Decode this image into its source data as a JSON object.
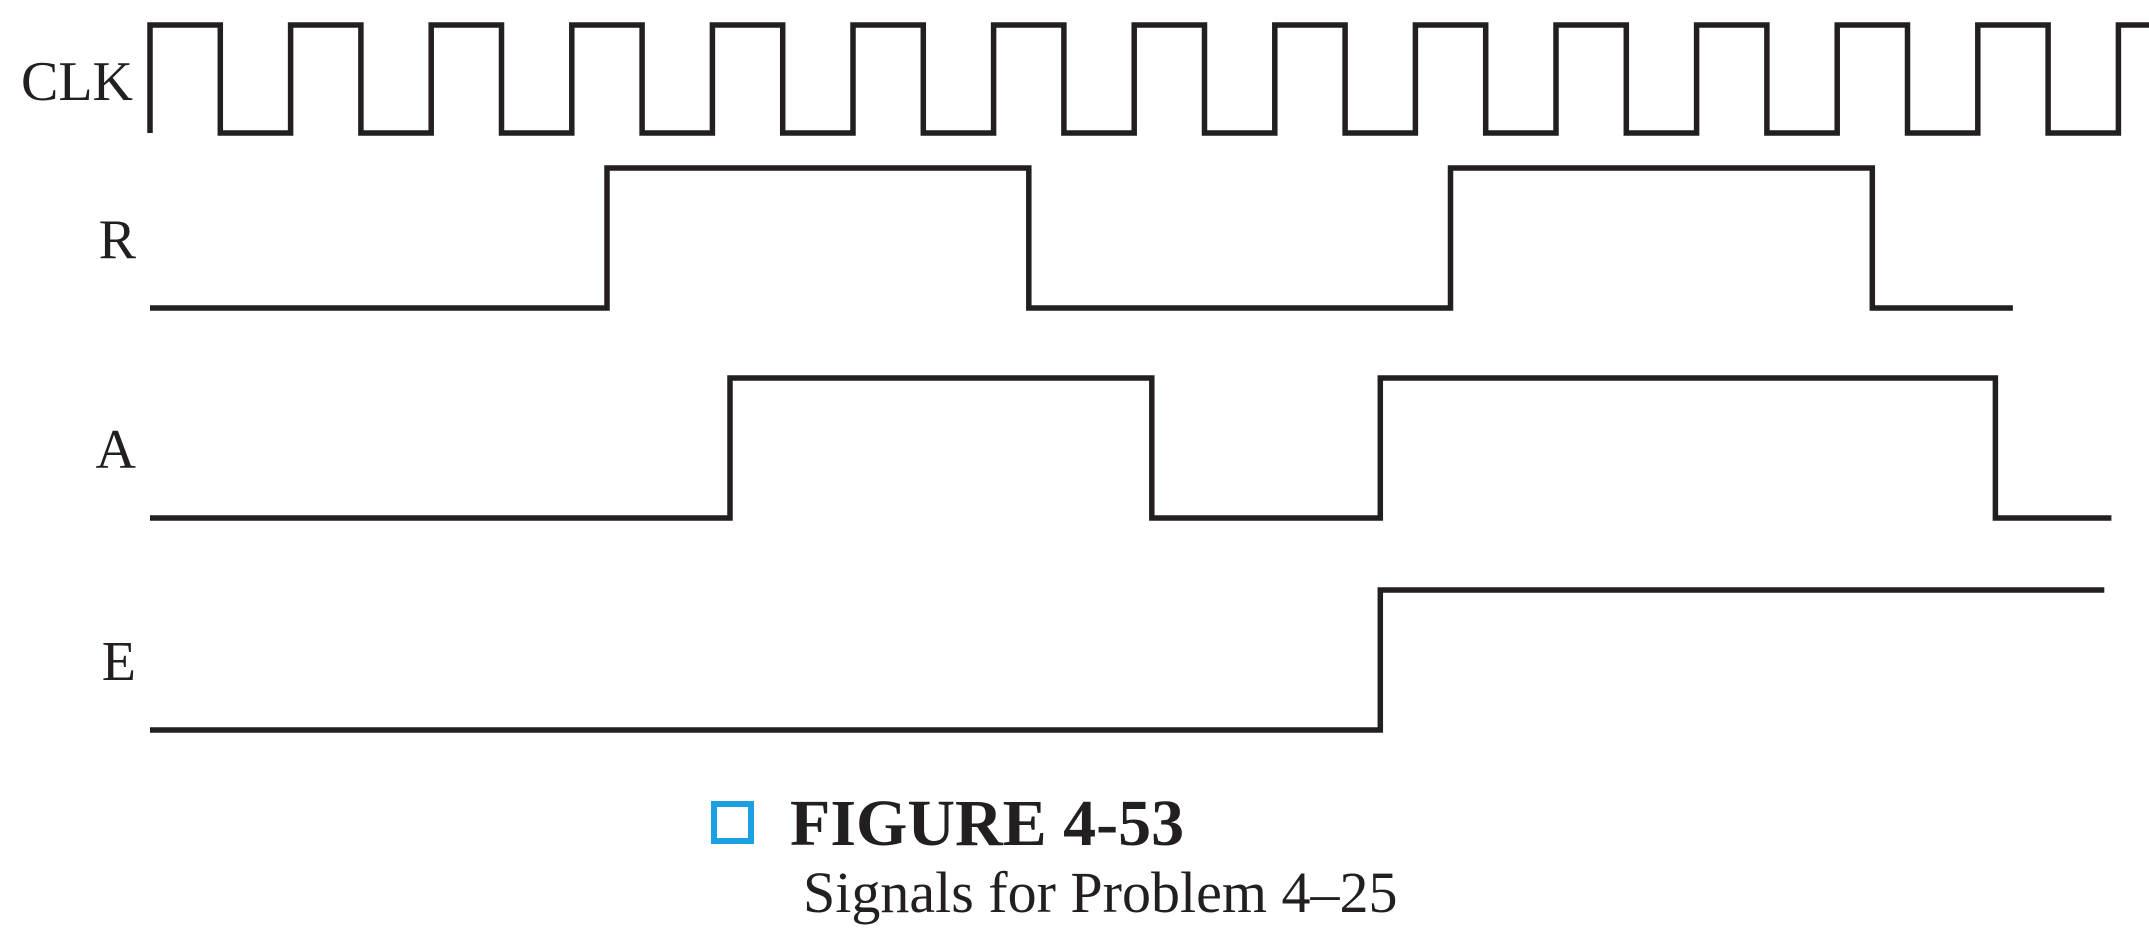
{
  "figure": {
    "title": "FIGURE 4-53",
    "subtitle": "Signals for Problem 4–25",
    "accent_color": "#1ba1e2",
    "line_color": "#231f20"
  },
  "signals": [
    {
      "name": "CLK",
      "initial": 1,
      "transitions": [
        1,
        2,
        3,
        4,
        5,
        6,
        7,
        8,
        9,
        10,
        11,
        12,
        13,
        14,
        15,
        16,
        17,
        18,
        19,
        20,
        21,
        22,
        23,
        24,
        25,
        26,
        27,
        28
      ],
      "end": 28.95
    },
    {
      "name": "R",
      "initial": 0,
      "transitions": [
        6.5,
        12.5,
        18.5,
        24.5
      ],
      "end": 26.5
    },
    {
      "name": "A",
      "initial": 0,
      "transitions": [
        8.25,
        14.25,
        17.5,
        26.25
      ],
      "end": 27.9
    },
    {
      "name": "E",
      "initial": 0,
      "transitions": [
        17.5
      ],
      "end": 27.8
    }
  ]
}
